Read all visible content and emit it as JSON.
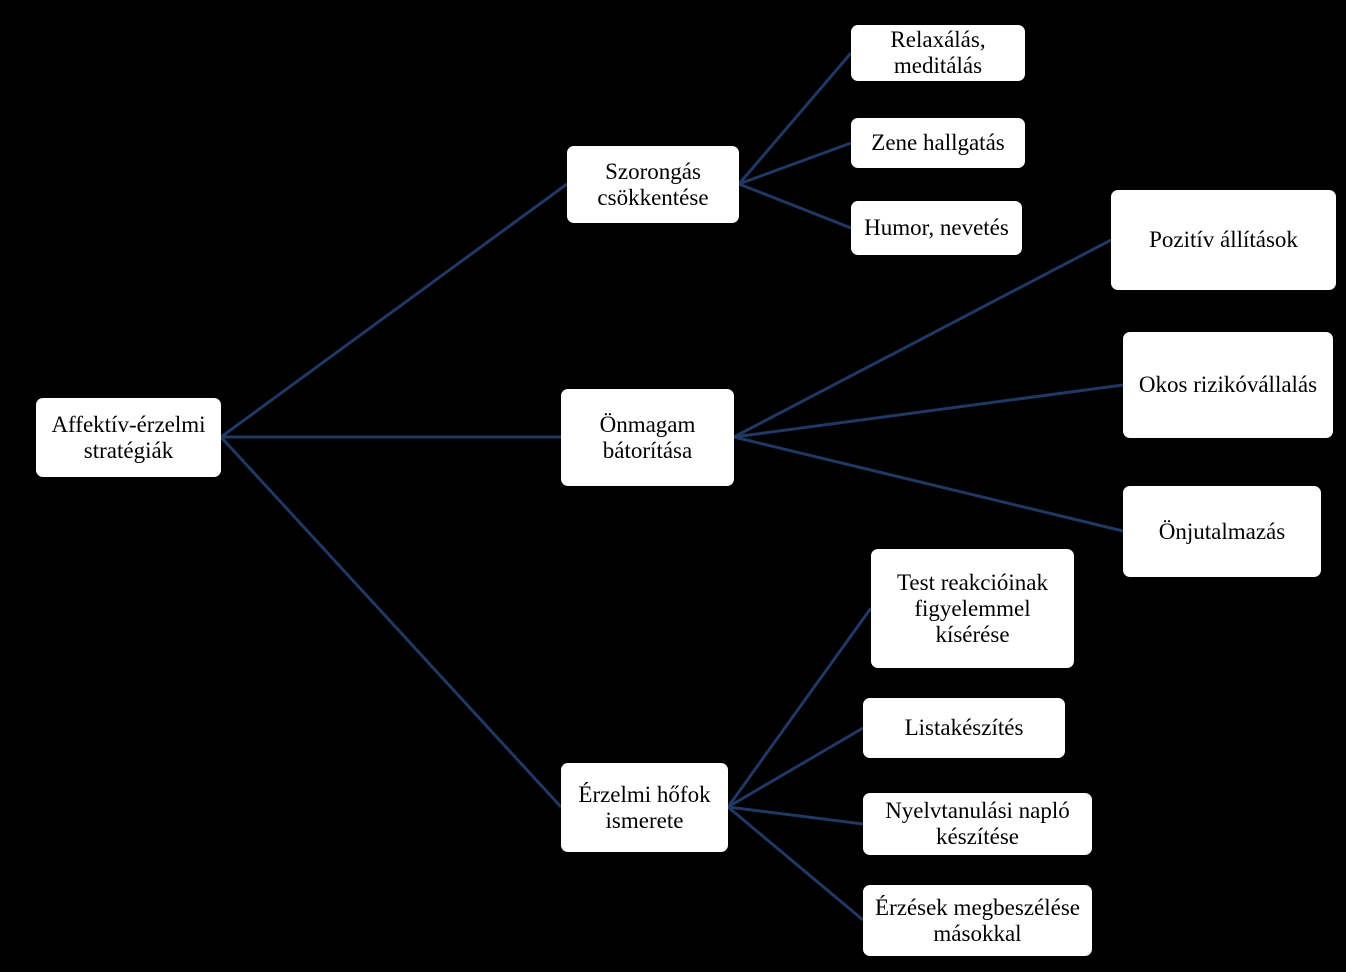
{
  "diagram": {
    "colors": {
      "background": "#000000",
      "node_fill": "#ffffff",
      "connector": "#1F3864",
      "text": "#000000"
    },
    "root": {
      "label": "Affektív-érzelmi\nstratégiák"
    },
    "branches": [
      {
        "label": "Szorongás\ncsökkentése",
        "children": [
          {
            "label": "Relaxálás,\nmeditálás"
          },
          {
            "label": "Zene hallgatás"
          },
          {
            "label": "Humor, nevetés"
          }
        ]
      },
      {
        "label": "Önmagam\nbátorítása",
        "children": [
          {
            "label": "Pozitív állítások"
          },
          {
            "label": "Okos rizikóvállalás"
          },
          {
            "label": "Önjutalmazás"
          }
        ]
      },
      {
        "label": "Érzelmi hőfok\nismerete",
        "children": [
          {
            "label": "Test reakcióinak\nfigyelemmel\nkísérése"
          },
          {
            "label": "Listakészítés"
          },
          {
            "label": "Nyelvtanulási napló\nkészítése"
          },
          {
            "label": "Érzések megbeszélése\nmásokkal"
          }
        ]
      }
    ]
  }
}
